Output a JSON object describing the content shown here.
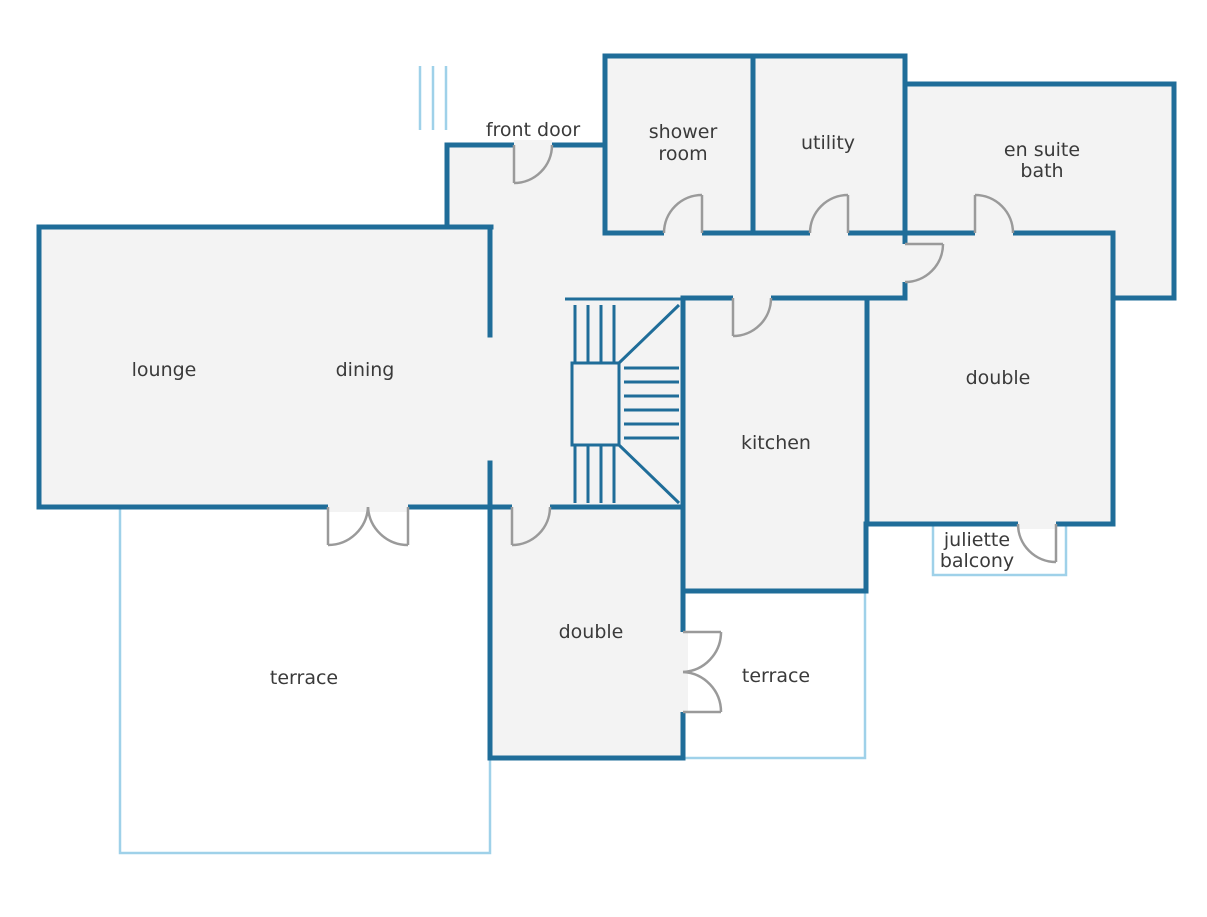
{
  "title": "",
  "labels": {
    "front_door": "front door",
    "shower_room_1": "shower",
    "shower_room_2": "room",
    "utility": "utility",
    "en_suite_1": "en suite",
    "en_suite_2": "bath",
    "lounge": "lounge",
    "dining": "dining",
    "kitchen": "kitchen",
    "double_right": "double",
    "double_bottom": "double",
    "terrace_left": "terrace",
    "terrace_right": "terrace",
    "juliette_1": "juliette",
    "juliette_2": "balcony"
  },
  "colors": {
    "wall": "#1f6d99",
    "floor": "#f3f3f3",
    "outdoor": "#9fd1e9",
    "door": "#9a9a9a",
    "text": "#3a3a3a"
  }
}
